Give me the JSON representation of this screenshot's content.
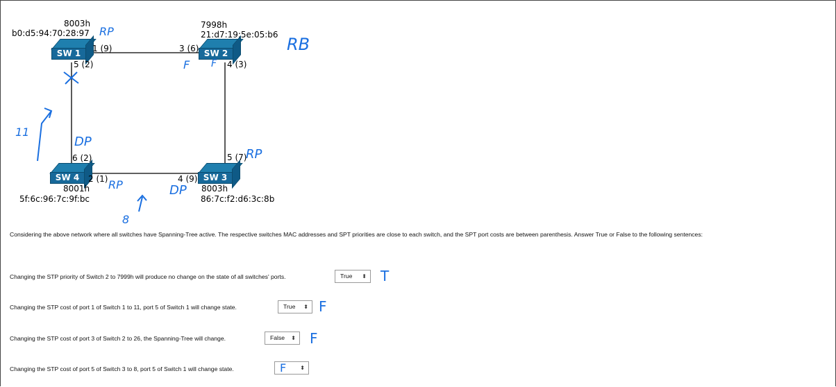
{
  "switches": {
    "sw1": {
      "name": "SW 1",
      "priority": "8003h",
      "mac": "b0:d5:94:70:28:97"
    },
    "sw2": {
      "name": "SW 2",
      "priority": "7998h",
      "mac": "21:d7:19:5e:05:b6"
    },
    "sw3": {
      "name": "SW 3",
      "priority": "8003h",
      "mac": "86:7c:f2:d6:3c:8b"
    },
    "sw4": {
      "name": "SW 4",
      "priority": "8001h",
      "mac": "5f:6c:96:7c:9f:bc"
    }
  },
  "ports": {
    "sw1_p1": "1 (9)",
    "sw1_p5": "5 (2)",
    "sw2_p3": "3 (6)",
    "sw2_p4": "4 (3)",
    "sw3_p5": "5 (7)",
    "sw3_p4": "4 (9)",
    "sw4_p6": "6 (2)",
    "sw4_p2": "2 (1)"
  },
  "annotations": {
    "rp_sw1": "RP",
    "rb": "RB",
    "f_sw2_left": "F",
    "f_sw2_bottom": "F",
    "dp_sw4": "DP",
    "rp_sw3": "RP",
    "rp_sw4": "RP",
    "dp_sw3": "DP",
    "num_11": "11",
    "num_8": "8",
    "ans1": "T",
    "ans2": "F",
    "ans3": "F"
  },
  "description": "Considering the above network where all switches have Spanning-Tree active. The respective switches MAC addresses and SPT priorities are close to each switch, and the SPT port costs are between parenthesis. Answer True or False to the following sentences:",
  "questions": [
    {
      "text": "Changing the STP priority of Switch 2 to 7999h will produce no change on the state of all switches' ports.",
      "value": "True"
    },
    {
      "text": "Changing the STP cost of port 1 of Switch 1 to 11, port 5 of Switch 1 will change state.",
      "value": "True"
    },
    {
      "text": "Changing the STP cost of port 3 of Switch 2 to 26, the Spanning-Tree will change.",
      "value": "False"
    },
    {
      "text": "Changing the STP cost of port 5 of Switch 3 to 8, port 5 of Switch 1 will change state.",
      "value": "F"
    }
  ],
  "colors": {
    "ink": "#1a6fe0",
    "switch": "#1f7fae"
  }
}
